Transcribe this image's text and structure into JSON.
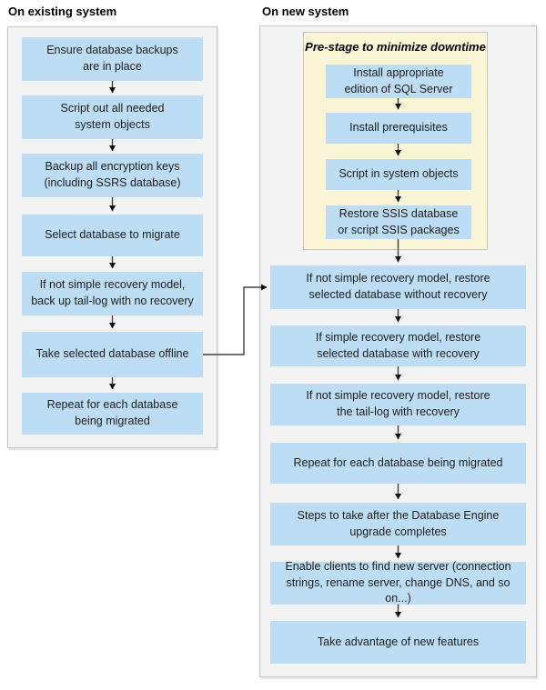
{
  "diagram": {
    "left_panel": {
      "header": "On existing system",
      "steps": [
        "Ensure database backups\nare in place",
        "Script out all needed\nsystem objects",
        "Backup all encryption keys\n(including SSRS database)",
        "Select database to migrate",
        "If not simple recovery model,\nback up tail-log with no recovery",
        "Take selected database offline",
        "Repeat for each database\nbeing migrated"
      ]
    },
    "right_panel": {
      "header": "On new system",
      "prestage_group": {
        "title": "Pre-stage to minimize downtime",
        "steps": [
          "Install appropriate\nedition of SQL Server",
          "Install prerequisites",
          "Script in system objects",
          "Restore SSIS database\nor script SSIS packages"
        ]
      },
      "steps": [
        "If not simple recovery model, restore\nselected database without recovery",
        "If simple recovery model, restore\nselected database with recovery",
        "If not simple recovery model, restore\nthe tail-log with recovery",
        "Repeat for each database being migrated",
        "Steps to take after the Database Engine\nupgrade completes",
        "Enable clients to find new server (connection\nstrings, rename server, change DNS, and so on...)",
        "Take advantage of new features"
      ]
    },
    "colors": {
      "step_fill": "#bdddf4",
      "prestage_fill": "#faf5d7",
      "prestage_border": "#c5c5b8",
      "panel_fill": "#f3f3f3",
      "panel_border": "#c6c6c6",
      "arrow_line": "#404040",
      "arrow_head": "#111111",
      "text": "#1c1c1c"
    }
  }
}
